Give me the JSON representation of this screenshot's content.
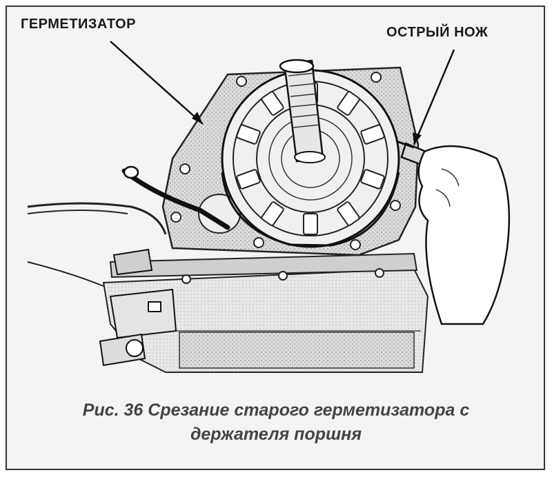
{
  "labels": {
    "sealant": "ГЕРМЕТИЗАТОР",
    "knife": "ОСТРЫЙ НОЖ"
  },
  "caption": {
    "line1": "Рис. 36 Срезание старого герметизатора с",
    "line2": "держателя поршня"
  },
  "colors": {
    "ink": "#1a1a1a",
    "caption": "#444444",
    "background": "#f4f4f4"
  }
}
